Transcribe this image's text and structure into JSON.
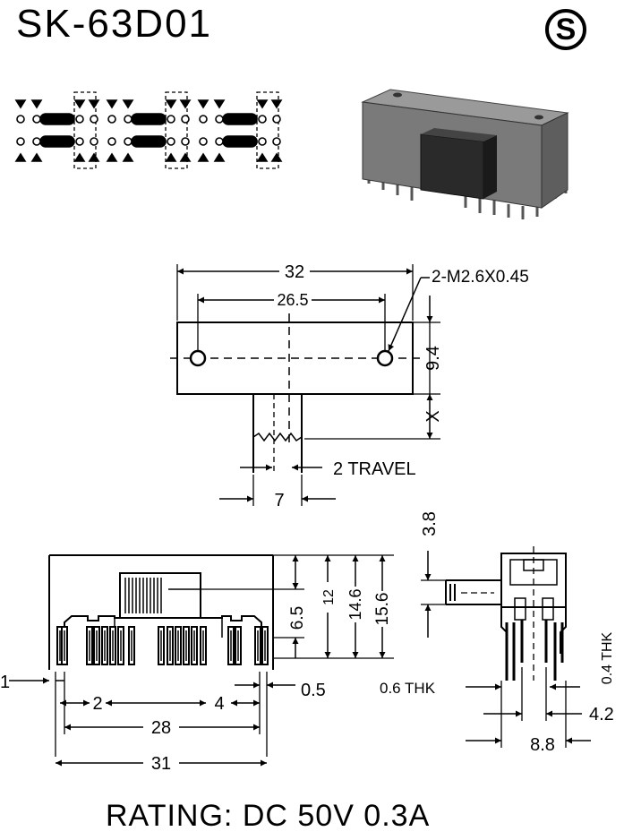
{
  "title": "SK-63D01",
  "certification_mark": "S",
  "rating": "RATING: DC 50V 0.3A",
  "top_view": {
    "width_label": "32",
    "hole_spacing_label": "26.5",
    "hole_label": "2-M2.6X0.45",
    "height_label": "9.4",
    "actuator_label": "X",
    "travel_label": "2 TRAVEL",
    "actuator_width_label": "7"
  },
  "front_view": {
    "pin_offset_label": "1",
    "pitch_small_label": "2",
    "pitch_group_label": "4",
    "pin_span_label": "28",
    "body_width_label": "31",
    "offset_label": "0.5",
    "height_labels": [
      "6.5",
      "12",
      "14.6",
      "15.6"
    ]
  },
  "side_view": {
    "actuator_label": "3.8",
    "thk_left_label": "0.6 THK",
    "thk_right_label": "0.4 THK",
    "pitch_label": "4.2",
    "width_label": "8.8"
  }
}
